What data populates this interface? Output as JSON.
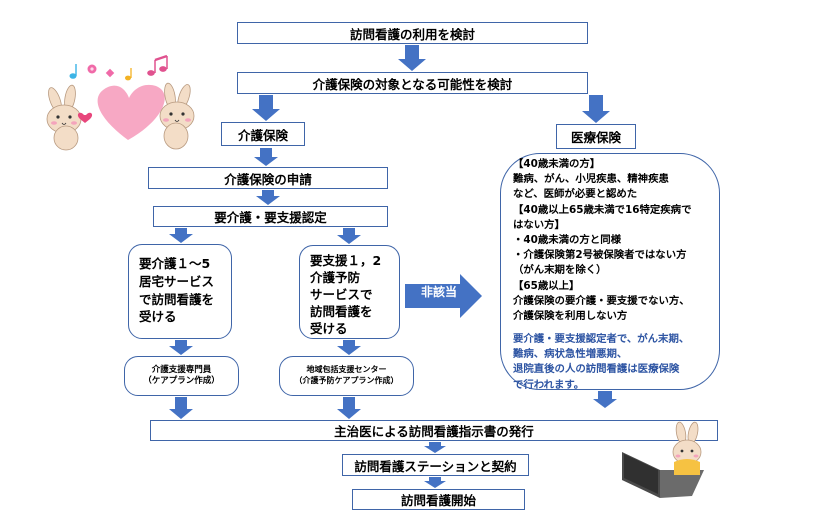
{
  "steps": {
    "consider_use": "訪問看護の利用を検討",
    "consider_insurance": "介護保険の対象となる可能性を検討",
    "kaigo_hoken": "介護保険",
    "iryo_hoken": "医療保険",
    "kaigo_apply": "介護保険の申請",
    "nintei": "要介護・要支援認定",
    "kaigo_level": [
      "要介護１～5",
      "居宅サービス",
      "で訪問看護を",
      "受ける"
    ],
    "shien_level": [
      "要支援１，2",
      "介護予防",
      "サービスで",
      "訪問看護を",
      "受ける"
    ],
    "care_manager": [
      "介護支援専門員",
      "（ケアプラン作成）"
    ],
    "center": [
      "地域包括支援センター",
      "（介護予防ケアプラン作成）"
    ],
    "non_applicable": "非該当",
    "doctor_order": "主治医による訪問看護指示書の発行",
    "contract": "訪問看護ステーションと契約",
    "start": "訪問看護開始"
  },
  "medical_box": {
    "lines": [
      "【40歳未満の方】",
      "難病、がん、小児疾患、精神疾患",
      "など、医師が必要と認めた",
      "【40歳以上65歳未満で16特定疾病で",
      "はない方】",
      "・40歳未満の方と同様",
      "・介護保険第2号被保険者ではない方",
      "（がん末期を除く）",
      "【65歳以上】",
      "介護保険の要介護・要支援でない方、",
      "介護保険を利用しない方"
    ],
    "note_lines": [
      "要介護・要支援認定者で、がん末期、",
      "難病、病状急性増悪期、",
      "退院直後の人の訪問看護は医療保険",
      "で行われます。"
    ]
  },
  "colors": {
    "arrow": "#4472c4",
    "border": "#3f65a8",
    "note_text": "#2e55a3",
    "heart": "#f7a8c4",
    "bunny": "#f3ddc7"
  },
  "icons": [
    "bunny-couple-heart-illustration",
    "bunny-laptop-illustration",
    "music-note-icon",
    "flower-icon"
  ]
}
